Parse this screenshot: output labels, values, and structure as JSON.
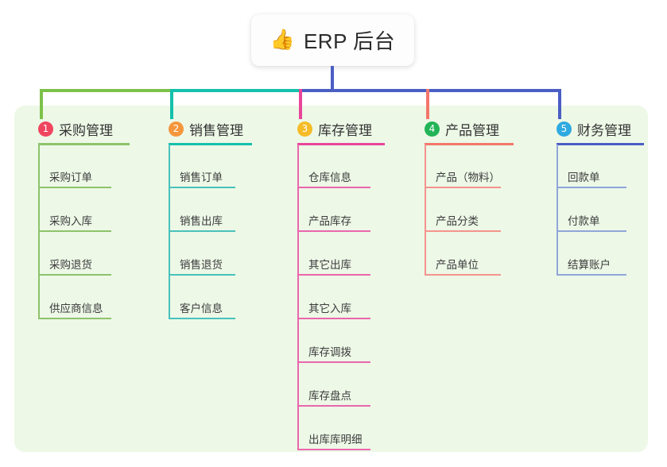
{
  "root": {
    "icon": "thumbs-up-icon",
    "emoji": "👍",
    "title": "ERP 后台"
  },
  "palette": {
    "panel_bg": "#edf8e7",
    "card_bg": "#fdfdfd",
    "text": "#333333",
    "green": "#7cc24a",
    "teal": "#14c1ab",
    "blue": "#4a5ec4",
    "pink": "#e8459a",
    "red": "#f4766b",
    "badge1": "#f0455f",
    "badge2": "#f5963c",
    "badge3": "#f5bc27",
    "badge4": "#22b457",
    "badge5": "#2eaae0",
    "leaf_green": "#8dc36a",
    "leaf_teal": "#49c2bb",
    "leaf_pink": "#ea66ac",
    "leaf_red": "#f4938c",
    "leaf_blue": "#8fa6d8"
  },
  "columns": [
    {
      "index": "1",
      "title": "采购管理",
      "badge_color": "#f0455f",
      "rule_color": "#8dc36a",
      "connector_color": "#7cc24a",
      "leaf_color": "#8dc36a",
      "leaves": [
        {
          "label": "采购订单"
        },
        {
          "label": "采购入库"
        },
        {
          "label": "采购退货"
        },
        {
          "label": "供应商信息"
        }
      ]
    },
    {
      "index": "2",
      "title": "销售管理",
      "badge_color": "#f5963c",
      "rule_color": "#14c1ab",
      "connector_color": "#14c1ab",
      "leaf_color": "#49c2bb",
      "leaves": [
        {
          "label": "销售订单"
        },
        {
          "label": "销售出库"
        },
        {
          "label": "销售退货"
        },
        {
          "label": "客户信息"
        }
      ]
    },
    {
      "index": "3",
      "title": "库存管理",
      "badge_color": "#f5bc27",
      "rule_color": "#e8459a",
      "connector_color": "#e8459a",
      "leaf_color": "#ea66ac",
      "leaves": [
        {
          "label": "仓库信息"
        },
        {
          "label": "产品库存"
        },
        {
          "label": "其它出库"
        },
        {
          "label": "其它入库"
        },
        {
          "label": "库存调拨"
        },
        {
          "label": "库存盘点"
        },
        {
          "label": "出库库明细"
        }
      ]
    },
    {
      "index": "4",
      "title": "产品管理",
      "badge_color": "#22b457",
      "rule_color": "#f4766b",
      "connector_color": "#f4766b",
      "leaf_color": "#f4938c",
      "leaves": [
        {
          "label": "产品（物料）"
        },
        {
          "label": "产品分类"
        },
        {
          "label": "产品单位"
        }
      ]
    },
    {
      "index": "5",
      "title": "财务管理",
      "badge_color": "#2eaae0",
      "rule_color": "#4a5ec4",
      "connector_color": "#4a5ec4",
      "leaf_color": "#8fa6d8",
      "leaves": [
        {
          "label": "回款单"
        },
        {
          "label": "付款单"
        },
        {
          "label": "结算账户"
        }
      ]
    }
  ]
}
